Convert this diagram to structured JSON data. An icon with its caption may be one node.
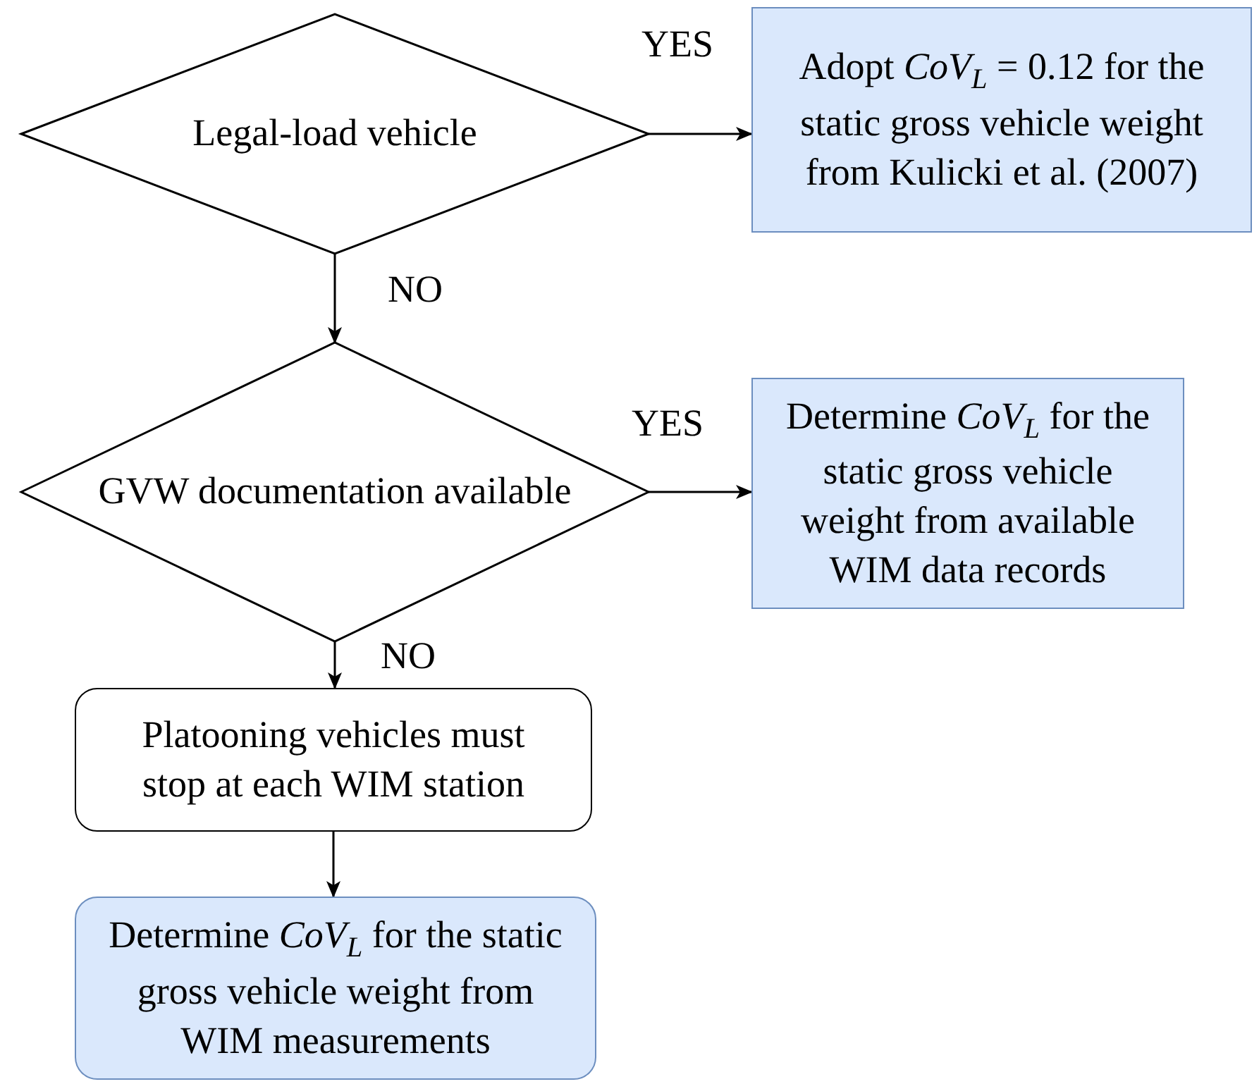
{
  "diagram": {
    "nodes": [
      {
        "text": [
          "Legal-load vehicle"
        ]
      },
      {
        "text": [
          "Adopt *CoV*$_{L}$ = 0.12 for the static gross vehicle weight from Kulicki et al. (2007)"
        ]
      },
      {
        "text": [
          "GVW documentation available"
        ]
      },
      {
        "text": [
          "Determine *CoV*$_{L}$ for the static gross vehicle weight from available WIM data records"
        ]
      },
      {
        "text": [
          "Platooning vehicles must stop at each WIM station"
        ]
      },
      {
        "text": [
          "Determine *CoV*$_{L}$ for the static gross vehicle weight from WIM measurements"
        ]
      }
    ],
    "edges": [
      {
        "from": 0,
        "to": 1,
        "arrow": "to",
        "label": "YES"
      },
      {
        "from": 0,
        "to": 2,
        "arrow": "to",
        "label": "NO"
      },
      {
        "from": 2,
        "to": 3,
        "arrow": "to",
        "label": "YES"
      },
      {
        "from": 2,
        "to": 4,
        "arrow": "to",
        "label": "NO"
      },
      {
        "from": 4,
        "to": 5,
        "arrow": "to"
      }
    ]
  }
}
